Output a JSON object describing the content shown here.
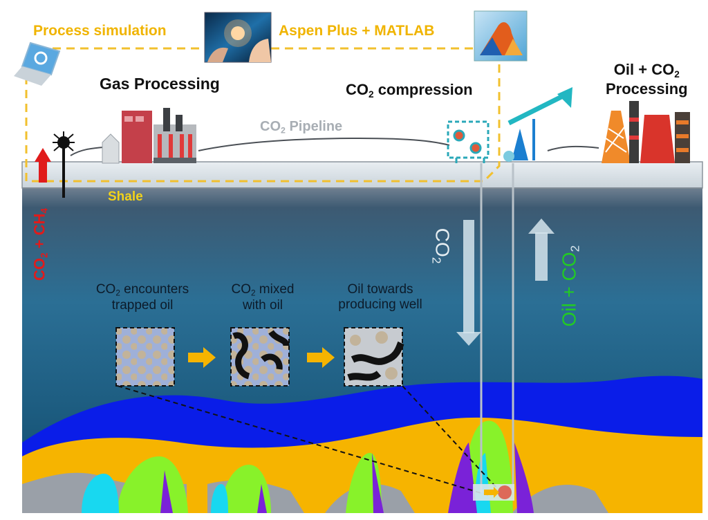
{
  "labels": {
    "process_simulation": "Process simulation",
    "aspen_matlab": "Aspen Plus + MATLAB",
    "gas_processing": "Gas Processing",
    "co2_compression_pre": "CO",
    "co2_compression_sub": "2",
    "co2_compression_post": " compression",
    "oil_co2_line1_pre": "Oil + CO",
    "oil_co2_line1_sub": "2",
    "oil_co2_line2": "Processing",
    "co2_pipeline_pre": "CO",
    "co2_pipeline_sub": "2",
    "co2_pipeline_post": " Pipeline",
    "shale": "Shale",
    "left_vertical_a": "CO",
    "left_vertical_a_sub": "2",
    "left_vertical_b": " + CH",
    "left_vertical_b_sub": "4",
    "down_arrow_pre": "CO",
    "down_arrow_sub": "2",
    "up_arrow_pre": "Oil + CO",
    "up_arrow_sub": "2",
    "step1_line1_pre": "CO",
    "step1_line1_sub": "2",
    "step1_line1_post": " encounters",
    "step1_line2": "trapped oil",
    "step2_line1_pre": "CO",
    "step2_line1_sub": "2",
    "step2_line1_post": " mixed",
    "step2_line2": "with oil",
    "step3_line1": "Oil towards",
    "step3_line2": "producing well"
  },
  "icons": [
    "laptop-icon",
    "simulation-image-icon",
    "matlab-logo-icon",
    "gas-plant-icon",
    "compressor-icon",
    "pumpjack-icon",
    "refinery-icon",
    "wellhead-icon"
  ],
  "colors": {
    "dashed_orange": "#f2c02e",
    "label_orange": "#f0b400",
    "red": "#e01b1b",
    "green": "#22cc22",
    "blue_layer": "#0a1de8",
    "orange_layer": "#f6b400",
    "lime": "#88f22a",
    "cyan": "#18d8f0",
    "purple": "#7a22d8"
  }
}
